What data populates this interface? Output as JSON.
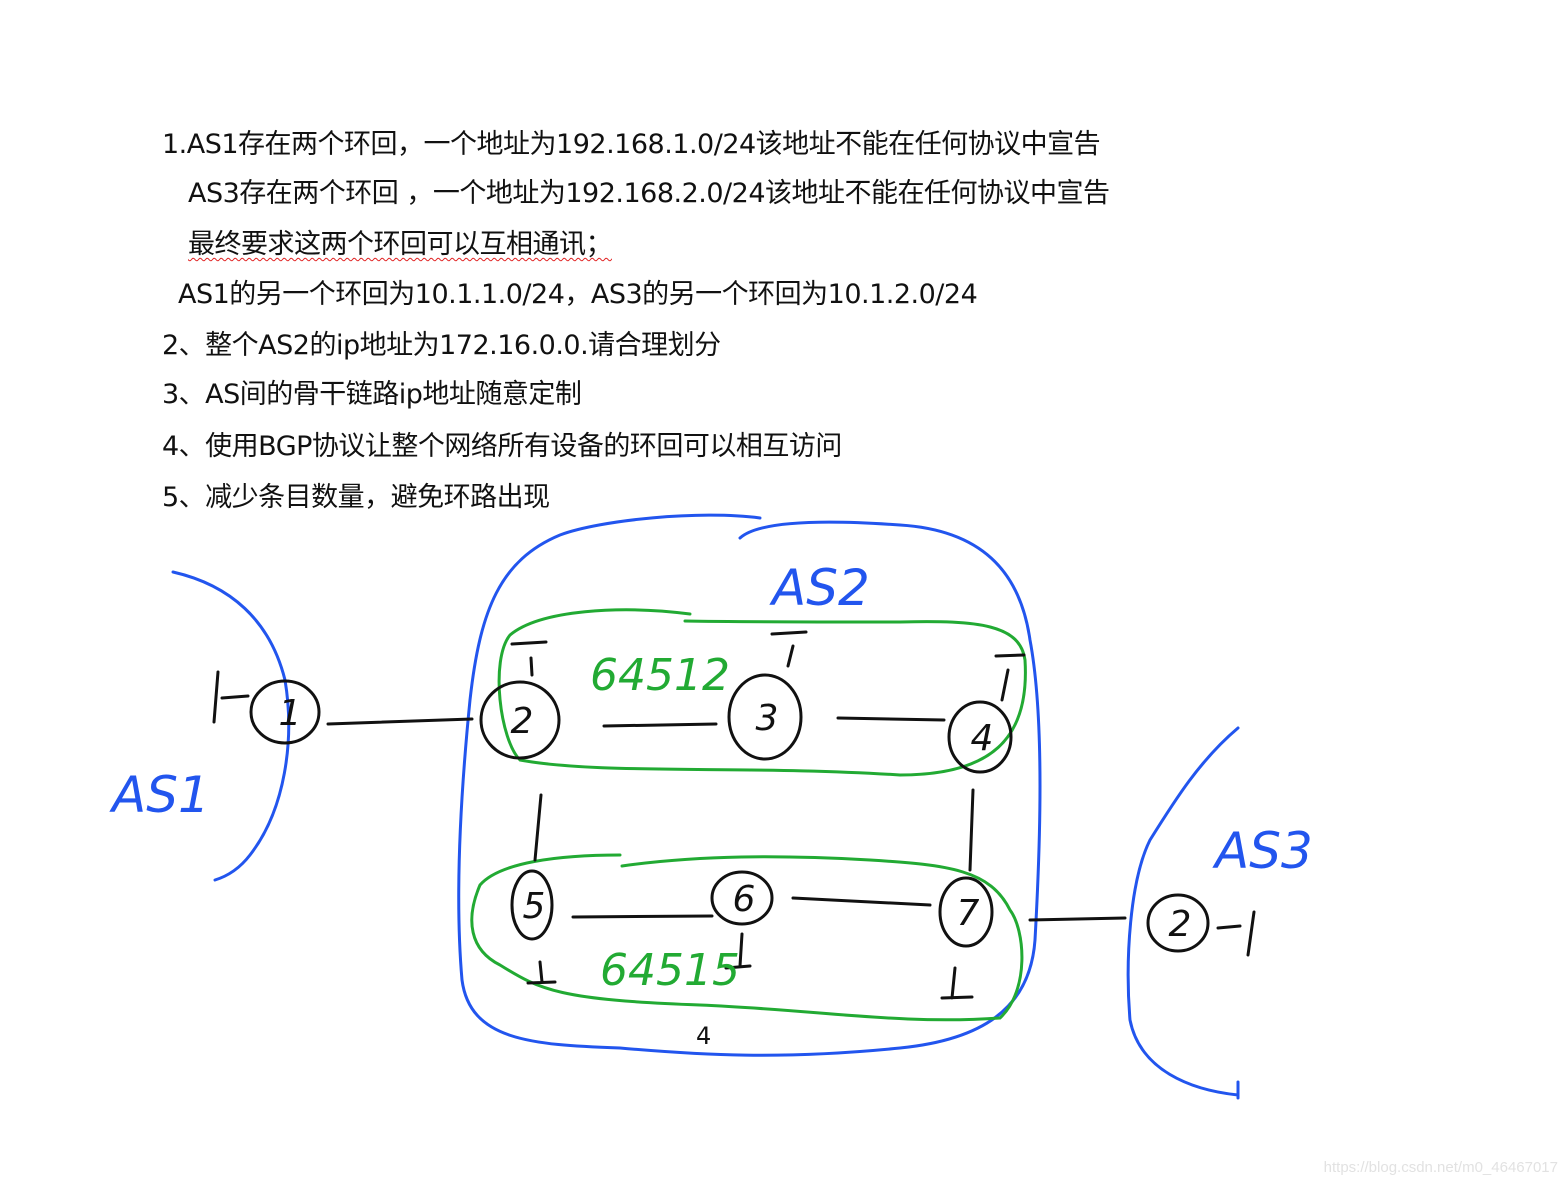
{
  "requirements": [
    {
      "text": "1.AS1存在两个环回，一个地址为192.168.1.0/24该地址不能在任何协议中宣告"
    },
    {
      "text": "AS3存在两个环回 ，一个地址为192.168.2.0/24该地址不能在任何协议中宣告"
    },
    {
      "text": "最终要求这两个环回可以互相通讯；"
    },
    {
      "text": "AS1的另一个环回为10.1.1.0/24，AS3的另一个环回为10.1.2.0/24"
    },
    {
      "text": "2、整个AS2的ip地址为172.16.0.0.请合理划分"
    },
    {
      "text": "3、AS间的骨干链路ip地址随意定制"
    },
    {
      "text": "4、使用BGP协议让整个网络所有设备的环回可以相互访问"
    },
    {
      "text": "5、减少条目数量，避免环路出现"
    }
  ],
  "diagram": {
    "colors": {
      "as_boundary": "#2255ee",
      "sub_as_boundary": "#22aa33",
      "routers": "#111111"
    },
    "as_labels": {
      "as1": "AS1",
      "as2": "AS2",
      "as3": "AS3"
    },
    "sub_as_labels": {
      "top": "64512",
      "bottom": "64515"
    },
    "routers": [
      "1",
      "2",
      "3",
      "4",
      "5",
      "6",
      "7",
      "2"
    ]
  },
  "page_number": "4",
  "watermark": "https://blog.csdn.net/m0_46467017"
}
